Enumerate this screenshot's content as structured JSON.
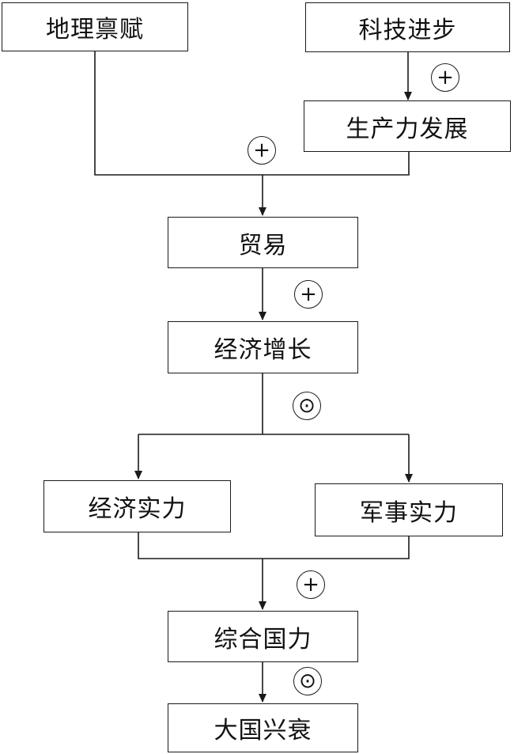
{
  "nodes": {
    "geo": "地理禀赋",
    "tech": "科技进步",
    "prod": "生产力发展",
    "trade": "贸易",
    "econ_growth": "经济增长",
    "econ_power": "经济实力",
    "mil_power": "军事实力",
    "national_power": "综合国力",
    "rise_fall": "大国兴衰"
  },
  "relations": {
    "tech_to_prod": "+",
    "to_trade": "+",
    "trade_to_growth": "+",
    "growth_split": "⊙",
    "to_national_power": "+",
    "power_to_rise_fall": "⊙"
  }
}
